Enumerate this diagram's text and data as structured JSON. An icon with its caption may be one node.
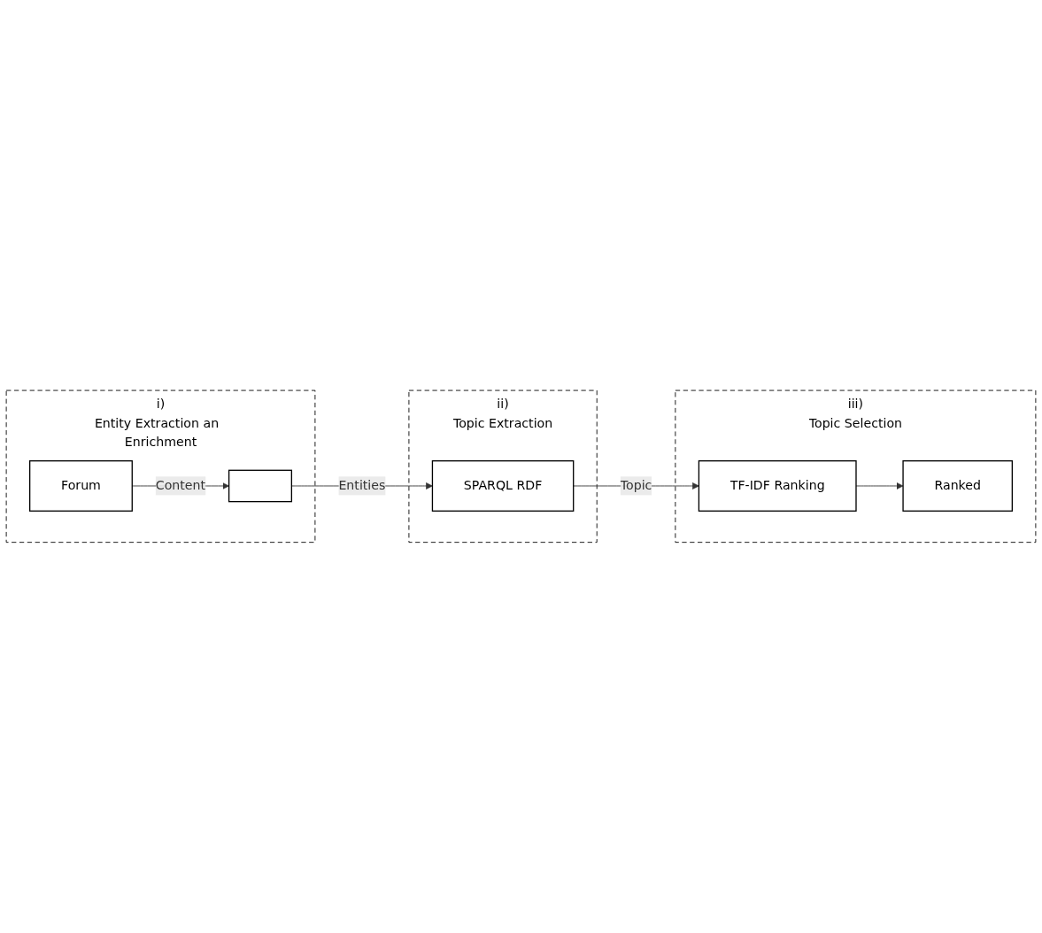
{
  "diagram": {
    "nodes": [
      {
        "text": [
          "i)",
          "Entity Extraction an  Enrichment"
        ]
      },
      {
        "text": [
          "Forum"
        ],
        "in": 0
      },
      {
        "text": [],
        "shape": "box",
        "in": 0
      },
      {
        "text": [
          "ii)",
          "Topic Extraction"
        ]
      },
      {
        "text": [
          "SPARQL RDF"
        ],
        "in": 3
      },
      {
        "text": [
          "iii)",
          "Topic Selection"
        ]
      },
      {
        "text": [
          "TF-IDF Ranking"
        ],
        "in": 5
      },
      {
        "text": [
          "Ranked"
        ],
        "in": 5
      }
    ],
    "edges": [
      {
        "from": 1,
        "to": 2,
        "arrow": "to",
        "label": "Content"
      },
      {
        "from": 2,
        "to": 4,
        "arrow": "to",
        "label": "Entities"
      },
      {
        "from": 4,
        "to": 6,
        "arrow": "to",
        "label": "Topic"
      },
      {
        "from": 6,
        "to": 7,
        "arrow": "to"
      }
    ]
  }
}
